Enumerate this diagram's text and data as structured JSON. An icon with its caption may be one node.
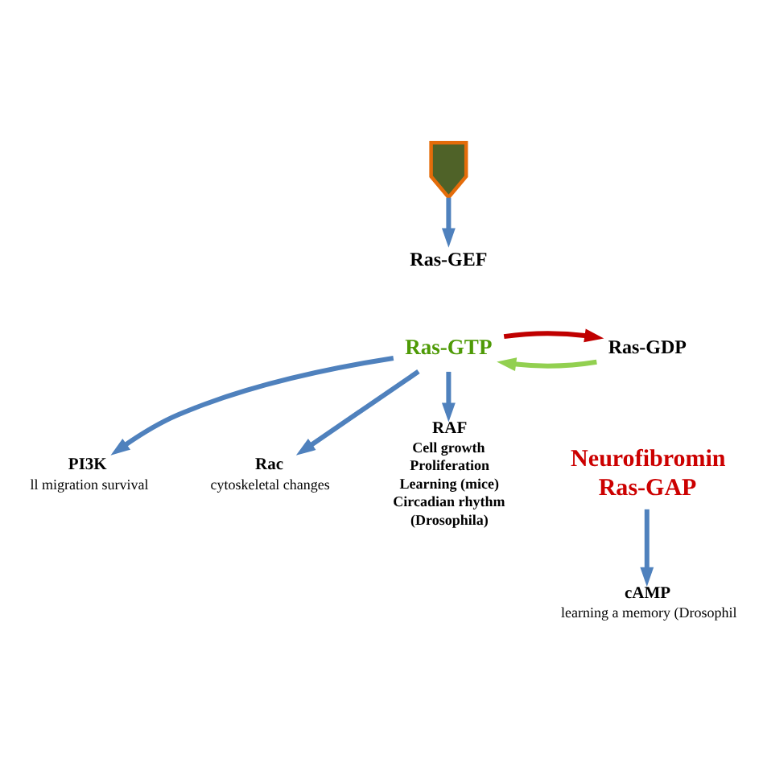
{
  "diagram": {
    "nodes": [
      {
        "text": [],
        "shape": "receptor"
      },
      {
        "text": [
          "Ras-GEF"
        ]
      },
      {
        "text": [
          "Ras-GTP"
        ]
      },
      {
        "text": [
          "Ras-GDP"
        ]
      },
      {
        "text": [
          "Neurofibromin",
          "Ras-GAP"
        ]
      },
      {
        "text": [
          "PI3K",
          "ll migration survival"
        ]
      },
      {
        "text": [
          "Rac",
          "cytoskeletal changes"
        ]
      },
      {
        "text": [
          "RAF",
          "Cell growth",
          "Proliferation",
          "Learning (mice)",
          "Circadian rhythm",
          "(Drosophila)"
        ]
      },
      {
        "text": [
          "cAMP",
          "learning a memory (Drosophil"
        ]
      }
    ],
    "edges": [
      {
        "from": 0,
        "to": 1,
        "arrow": "to"
      },
      {
        "from": 3,
        "to": 2,
        "arrow": "to",
        "color": "#92d050"
      },
      {
        "from": 2,
        "to": 3,
        "arrow": "to",
        "color": "#c00000"
      },
      {
        "from": 2,
        "to": 5,
        "arrow": "to"
      },
      {
        "from": 2,
        "to": 6,
        "arrow": "to"
      },
      {
        "from": 2,
        "to": 7,
        "arrow": "to"
      },
      {
        "from": 4,
        "to": 8,
        "arrow": "to"
      }
    ]
  }
}
